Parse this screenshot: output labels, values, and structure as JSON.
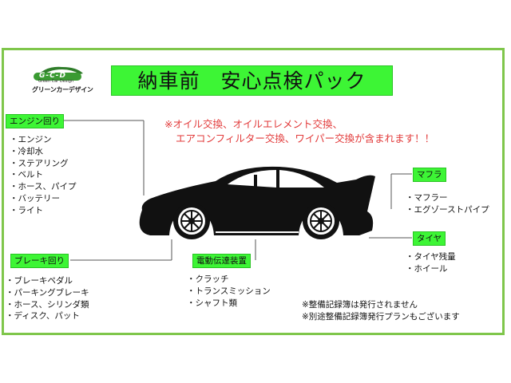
{
  "brand": {
    "logo_text": "G-C-D",
    "subtitle": "Green Car Design",
    "name_jp": "グリーンカーデザイン"
  },
  "title": "納車前　安心点検パック",
  "notice": {
    "line1": "※オイル交換、オイルエレメント交換、",
    "line2": "エアコンフィルター交換、ワイパー交換が含まれます！！"
  },
  "sections": {
    "engine": {
      "label": "エンジン回り",
      "items": [
        "エンジン",
        "冷却水",
        "ステアリング",
        "ベルト",
        "ホース、パイプ",
        "バッテリー",
        "ライト"
      ]
    },
    "brake": {
      "label": "ブレーキ回り",
      "items": [
        "ブレーキペダル",
        "パーキングブレーキ",
        "ホース、シリンダ類",
        "ディスク、パット"
      ]
    },
    "drivetrain": {
      "label": "電動伝達装置",
      "items": [
        "クラッチ",
        "トランスミッション",
        "シャフト類"
      ]
    },
    "muffler": {
      "label": "マフラ",
      "items": [
        "マフラー",
        "エグゾーストパイプ"
      ]
    },
    "tire": {
      "label": "タイヤ",
      "items": [
        "タイヤ残量",
        "ホイール"
      ]
    }
  },
  "notes": {
    "line1": "※整備記録簿は発行されません",
    "line2": "※別途整備記録簿発行プランもございます"
  },
  "colors": {
    "frame": "#7fc64b",
    "highlight": "#3df535",
    "notice": "#e23a3a",
    "car": "#111111"
  }
}
